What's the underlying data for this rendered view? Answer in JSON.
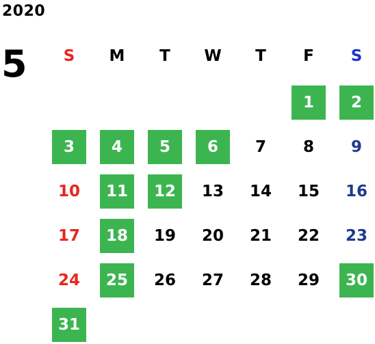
{
  "calendar": {
    "year": "2020",
    "month": "5",
    "weekdays": [
      {
        "label": "S",
        "color": "#e8261f"
      },
      {
        "label": "M",
        "color": "#000000"
      },
      {
        "label": "T",
        "color": "#000000"
      },
      {
        "label": "W",
        "color": "#000000"
      },
      {
        "label": "T",
        "color": "#000000"
      },
      {
        "label": "F",
        "color": "#000000"
      },
      {
        "label": "S",
        "color": "#1f32c8"
      }
    ],
    "first_weekday_index": 5,
    "colors": {
      "green_bg": "#3cb550",
      "sunday": "#e8261f",
      "saturday": "#1f3a8c",
      "weekday": "#000000",
      "highlight_text": "#ffffff"
    },
    "days": [
      {
        "day": "1",
        "highlight": true
      },
      {
        "day": "2",
        "highlight": true
      },
      {
        "day": "3",
        "highlight": true
      },
      {
        "day": "4",
        "highlight": true
      },
      {
        "day": "5",
        "highlight": true
      },
      {
        "day": "6",
        "highlight": true
      },
      {
        "day": "7",
        "highlight": false
      },
      {
        "day": "8",
        "highlight": false
      },
      {
        "day": "9",
        "highlight": false
      },
      {
        "day": "10",
        "highlight": false
      },
      {
        "day": "11",
        "highlight": true
      },
      {
        "day": "12",
        "highlight": true
      },
      {
        "day": "13",
        "highlight": false
      },
      {
        "day": "14",
        "highlight": false
      },
      {
        "day": "15",
        "highlight": false
      },
      {
        "day": "16",
        "highlight": false
      },
      {
        "day": "17",
        "highlight": false
      },
      {
        "day": "18",
        "highlight": true
      },
      {
        "day": "19",
        "highlight": false
      },
      {
        "day": "20",
        "highlight": false
      },
      {
        "day": "21",
        "highlight": false
      },
      {
        "day": "22",
        "highlight": false
      },
      {
        "day": "23",
        "highlight": false
      },
      {
        "day": "24",
        "highlight": false
      },
      {
        "day": "25",
        "highlight": true
      },
      {
        "day": "26",
        "highlight": false
      },
      {
        "day": "27",
        "highlight": false
      },
      {
        "day": "28",
        "highlight": false
      },
      {
        "day": "29",
        "highlight": false
      },
      {
        "day": "30",
        "highlight": true
      },
      {
        "day": "31",
        "highlight": true
      }
    ]
  }
}
